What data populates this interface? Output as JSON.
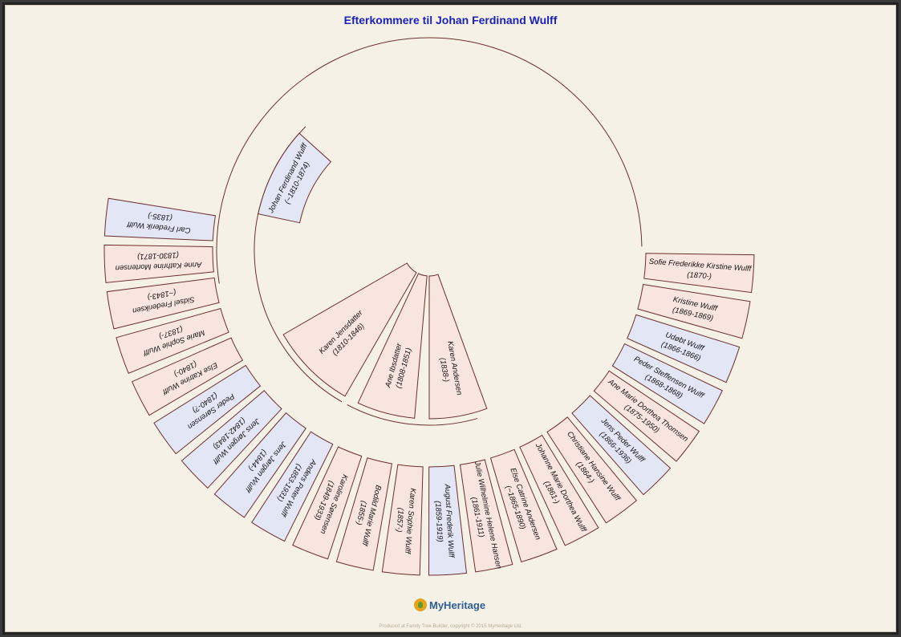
{
  "title": "Efterkommere til Johan Ferdinand Wulff",
  "brand": {
    "name": "MyHeritage",
    "icon": "myheritage-logo-icon"
  },
  "footer": "Produced at Family Tree Builder, copyright © 2015 MyHeritage Ltd.",
  "colors": {
    "male": "#e3e6f5",
    "female": "#f9e5df",
    "stroke": "#6b2e2e",
    "title": "#1a22b8"
  },
  "chart_data": {
    "type": "fan",
    "root": {
      "name": "Johan Ferdinand Wulff",
      "dates": "(~1810-1874)",
      "sex": "M"
    },
    "gen1": [
      {
        "name": "Karen Jensdatter",
        "dates": "(1810-1846)",
        "sex": "F"
      },
      {
        "name": "Ane Ibsdatter",
        "dates": "(1808-1851)",
        "sex": "F"
      },
      {
        "name": "Karen Andersen",
        "dates": "(1838-)",
        "sex": "F"
      }
    ],
    "gen2": [
      {
        "name": "Carl Frederik Wulff",
        "dates": "(1835-)",
        "sex": "M"
      },
      {
        "name": "Anne Kathrine Mortensen",
        "dates": "(1830-1871)",
        "sex": "F"
      },
      {
        "name": "Sidsel Frederiksen",
        "dates": "(~1843-)",
        "sex": "F"
      },
      {
        "name": "Marie Sophie Wulff",
        "dates": "(1837-)",
        "sex": "F"
      },
      {
        "name": "Else Katrine Wulff",
        "dates": "(1840-)",
        "sex": "F"
      },
      {
        "name": "Peder Sørensen",
        "dates": "(1840-?)",
        "sex": "M"
      },
      {
        "name": "Jens Jørgen Wulff",
        "dates": "(1842-1843)",
        "sex": "M"
      },
      {
        "name": "Jens Jørgen Wulff",
        "dates": "(1844-)",
        "sex": "M"
      },
      {
        "name": "Anders Peter Wulff",
        "dates": "(1853-1931)",
        "sex": "M"
      },
      {
        "name": "Karoline Sørensen",
        "dates": "(1849-1933)",
        "sex": "F"
      },
      {
        "name": "Bodild Marie Wulff",
        "dates": "(1855-)",
        "sex": "F"
      },
      {
        "name": "Karen Sophie Wulff",
        "dates": "(1857-)",
        "sex": "F"
      },
      {
        "name": "August Frederik Wulff",
        "dates": "(1859-1919)",
        "sex": "M"
      },
      {
        "name": "Julie Wilhelmine Helene Hansen",
        "dates": "(1861-1911)",
        "sex": "F"
      },
      {
        "name": "Else Catrine Andersen",
        "dates": "(~1865-1890)",
        "sex": "F"
      },
      {
        "name": "Johanne Marie Dorthea Wulff",
        "dates": "(1861-)",
        "sex": "F"
      },
      {
        "name": "Christiane Hansine Wulff",
        "dates": "(1864-)",
        "sex": "F"
      },
      {
        "name": "Jens Peder Wulff",
        "dates": "(1866-1936)",
        "sex": "M"
      },
      {
        "name": "Ane Marie Dorthea Thomsen",
        "dates": "(1875-1950)",
        "sex": "F"
      },
      {
        "name": "Peder Steffensen Wulff",
        "dates": "(1868-1868)",
        "sex": "M"
      },
      {
        "name": "Udøbt Wulff",
        "dates": "(1866-1866)",
        "sex": "M"
      },
      {
        "name": "Kristine Wulff",
        "dates": "(1869-1869)",
        "sex": "F"
      },
      {
        "name": "Sofie Frederikke Kirstine Wulff",
        "dates": "(1870-)",
        "sex": "F"
      }
    ]
  }
}
